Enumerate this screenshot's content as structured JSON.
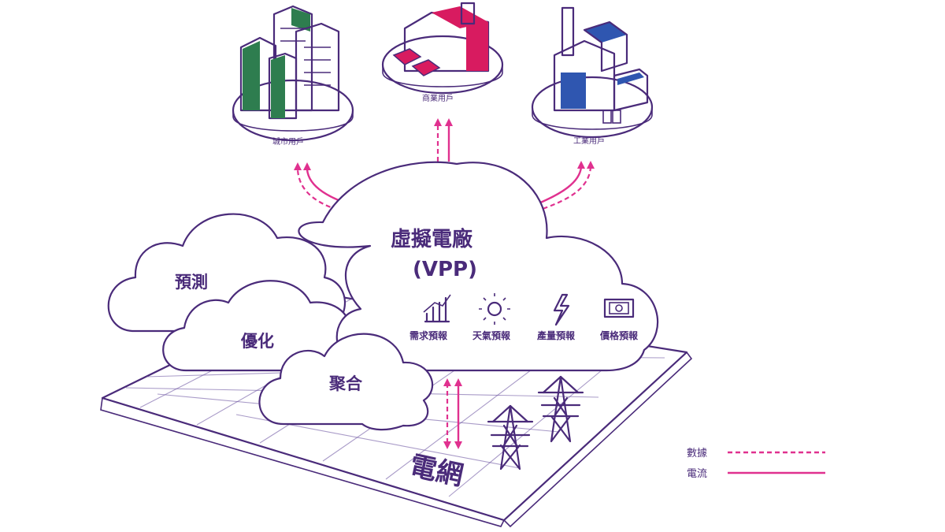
{
  "vpp": {
    "title": "虛擬電廠",
    "subtitle": "(VPP)"
  },
  "clouds": {
    "predict": "預測",
    "optimize": "優化",
    "aggregate": "聚合"
  },
  "forecasts": [
    {
      "label": "需求預報",
      "icon": "demand-chart-icon"
    },
    {
      "label": "天氣預報",
      "icon": "weather-sun-icon"
    },
    {
      "label": "產量預報",
      "icon": "production-lightning-icon"
    },
    {
      "label": "價格預報",
      "icon": "price-money-icon"
    }
  ],
  "users": {
    "city": "城市用戶",
    "commercial": "商業用戶",
    "industrial": "工業用戶"
  },
  "grid_label": "電網",
  "legend": {
    "data": "數據",
    "power": "電流"
  },
  "colors": {
    "line": "#4a2b7a",
    "accent": "#e0318f",
    "green": "#2e7d4f",
    "red": "#d81b60",
    "blue": "#2f56b0"
  }
}
